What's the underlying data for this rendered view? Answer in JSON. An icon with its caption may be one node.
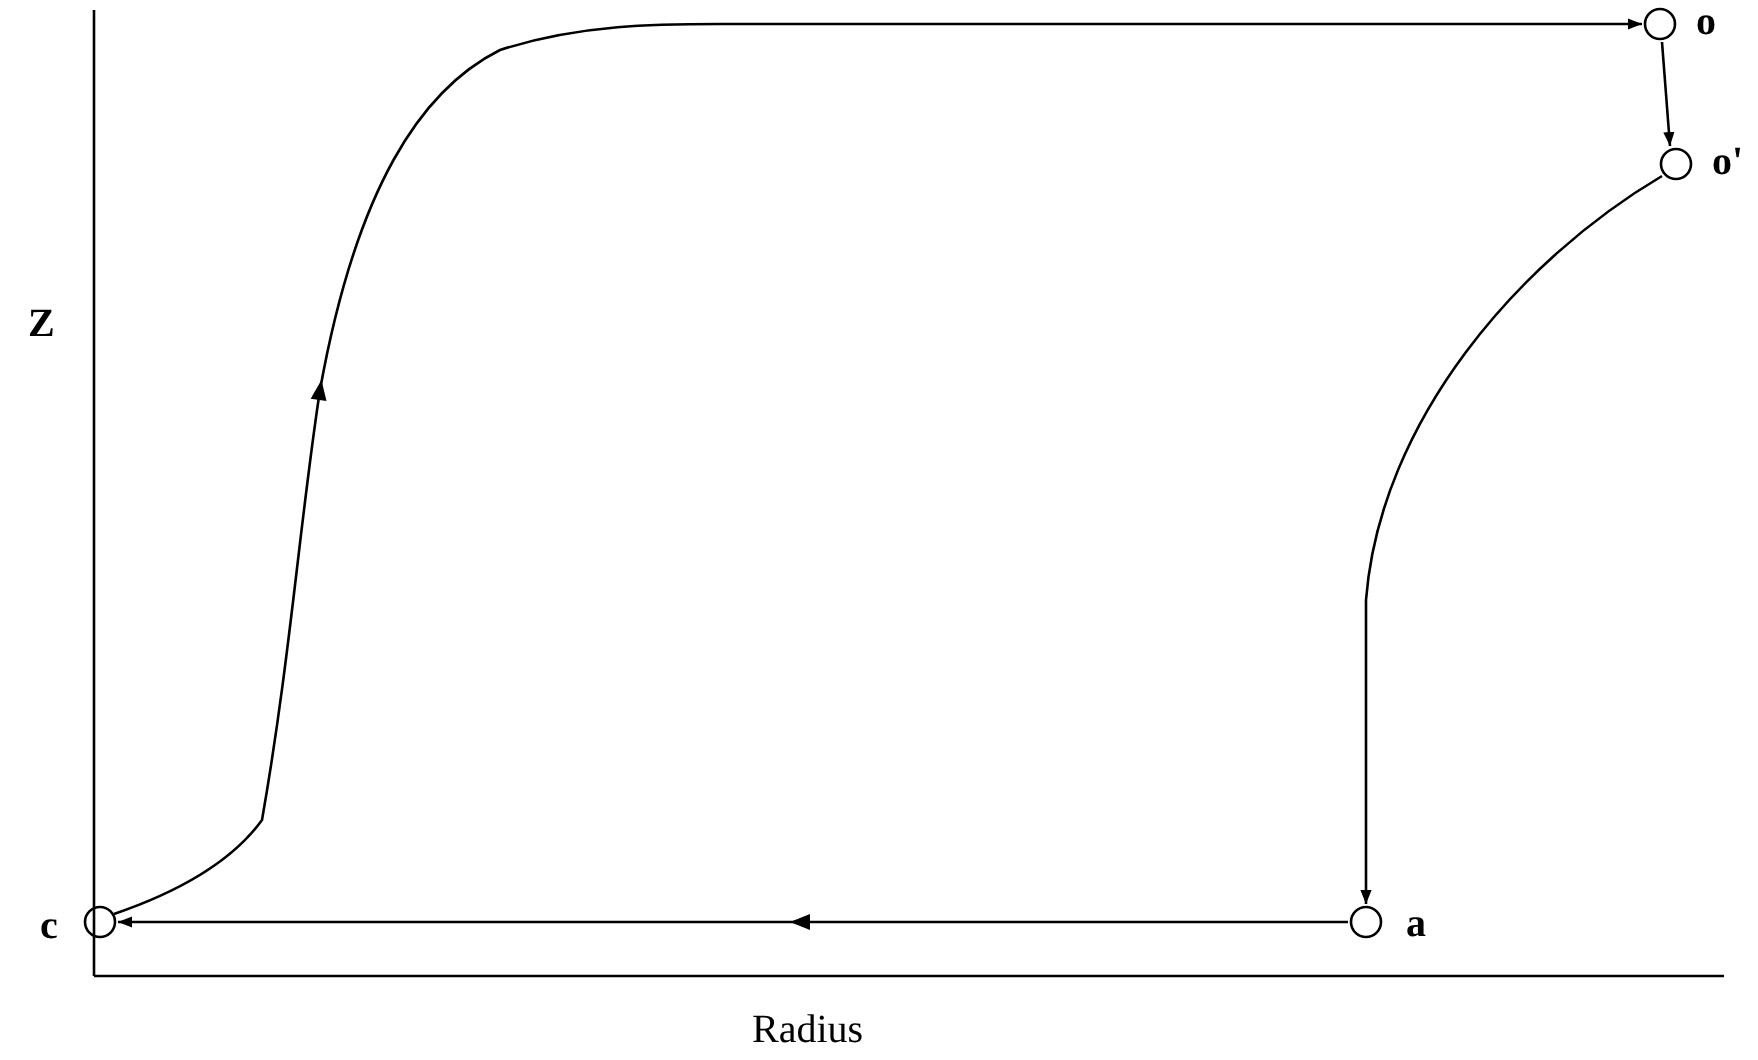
{
  "diagram": {
    "nodes": [
      {
        "text": [],
        "shape": "circle",
        "beside": [
          "o"
        ]
      },
      {
        "text": [],
        "shape": "circle",
        "beside": [
          "o'"
        ]
      },
      {
        "text": [],
        "shape": "circle",
        "beside": [
          "a"
        ]
      },
      {
        "text": [],
        "shape": "circle",
        "beside": [
          "c"
        ]
      }
    ],
    "edges": [
      {
        "from": 3,
        "to": 0,
        "arrow": "to"
      },
      {
        "from": 0,
        "to": 1,
        "arrow": "to"
      },
      {
        "from": 1,
        "to": 2,
        "arrow": "to"
      },
      {
        "from": 2,
        "to": 3,
        "arrow": "to"
      }
    ],
    "labels": [
      "Z",
      "Radius"
    ]
  }
}
